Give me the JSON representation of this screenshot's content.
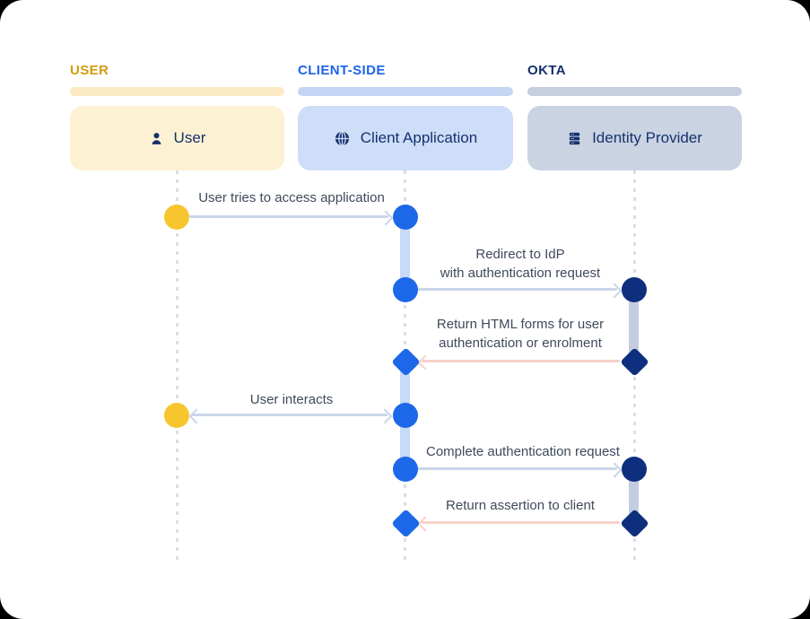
{
  "header": {
    "lanes": [
      {
        "label": "USER",
        "accent_color": "#D49B0D"
      },
      {
        "label": "CLIENT-SIDE",
        "accent_color": "#1E63E9"
      },
      {
        "label": "OKTA",
        "accent_color": "#16306B"
      }
    ]
  },
  "actors": [
    {
      "name": "User",
      "icon": "person-icon",
      "fill": "#FDF1D3",
      "bar": "#FBEAC4"
    },
    {
      "name": "Client Application",
      "icon": "globe-icon",
      "fill": "#CEDDF8",
      "bar": "#C3D6F4"
    },
    {
      "name": "Identity Provider",
      "icon": "server-icon",
      "fill": "#CAD3E2",
      "bar": "#C6CFDF"
    }
  ],
  "messages": [
    {
      "line1": "User tries to access application",
      "from": "User",
      "to": "Client Application",
      "direction": "right",
      "from_marker": "circle-yellow",
      "to_marker": "circle-blue",
      "arrow_color": "#C9D5E9"
    },
    {
      "line1": "Redirect to IdP",
      "line2": "with authentication request",
      "from": "Client Application",
      "to": "Identity Provider",
      "direction": "right",
      "from_marker": "circle-blue",
      "to_marker": "circle-navy",
      "arrow_color": "#C9D5E9"
    },
    {
      "line1": "Return HTML forms for user",
      "line2": "authentication or enrolment",
      "from": "Identity Provider",
      "to": "Client Application",
      "direction": "left",
      "from_marker": "diamond-navy",
      "to_marker": "diamond-blue",
      "arrow_color": "#F6D2CA"
    },
    {
      "line1": "User interacts",
      "from": "Client Application",
      "to": "User",
      "direction": "both",
      "from_marker": "circle-blue",
      "to_marker": "circle-yellow",
      "arrow_color": "#C9D5E9"
    },
    {
      "line1": "Complete authentication request",
      "from": "Client Application",
      "to": "Identity Provider",
      "direction": "right",
      "from_marker": "circle-blue",
      "to_marker": "circle-navy",
      "arrow_color": "#C9D5E9"
    },
    {
      "line1": "Return assertion to client",
      "from": "Identity Provider",
      "to": "Client Application",
      "direction": "left",
      "from_marker": "diamond-navy",
      "to_marker": "diamond-blue",
      "arrow_color": "#F6D2CA"
    }
  ],
  "colors": {
    "surface": "#FFFFFF",
    "outside": "#000000",
    "node_yellow": "#F7C52D",
    "node_blue": "#1D68E8",
    "node_navy": "#0D2F7E",
    "client_activation": "#C7DAF8",
    "okta_activation": "#C3CDDF",
    "lifeline": "#D9DEE8",
    "forward_arrow": "#C9D5E9",
    "return_arrow": "#F6D2CA",
    "box_text": "#15316E",
    "message_text": "#3F4A5C"
  }
}
